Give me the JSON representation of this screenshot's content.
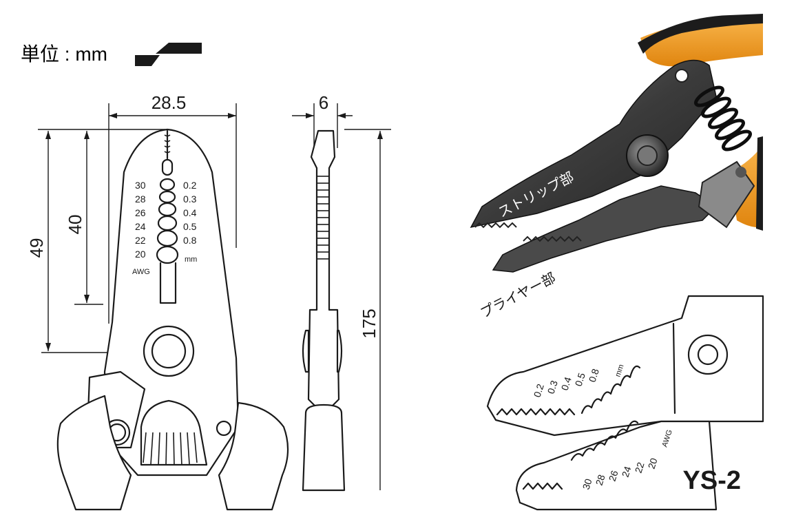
{
  "unit_label": "単位 : mm",
  "dimensions": {
    "width": "28.5",
    "thickness": "6",
    "height_total": "49",
    "height_blade": "40",
    "length": "175"
  },
  "front_scale": {
    "awg": [
      "30",
      "28",
      "26",
      "24",
      "22",
      "20"
    ],
    "mm": [
      "0.2",
      "0.3",
      "0.4",
      "0.5",
      "0.8"
    ],
    "awg_label": "AWG",
    "mm_label": "mm"
  },
  "photo_labels": {
    "strip": "ストリップ部",
    "plier": "プライヤー部"
  },
  "closeup_scale": {
    "mm": [
      "0.2",
      "0.3",
      "0.4",
      "0.5",
      "0.8"
    ],
    "mm_label": "mm",
    "awg": [
      "30",
      "28",
      "26",
      "24",
      "22",
      "20"
    ],
    "awg_label": "AWG"
  },
  "model": "YS-2",
  "colors": {
    "handle_orange": "#F39A1F",
    "handle_black": "#1c1c1c",
    "steel_dark": "#3a3a3a",
    "steel_mid": "#5e5e5e",
    "ink": "#1a1a1a"
  }
}
